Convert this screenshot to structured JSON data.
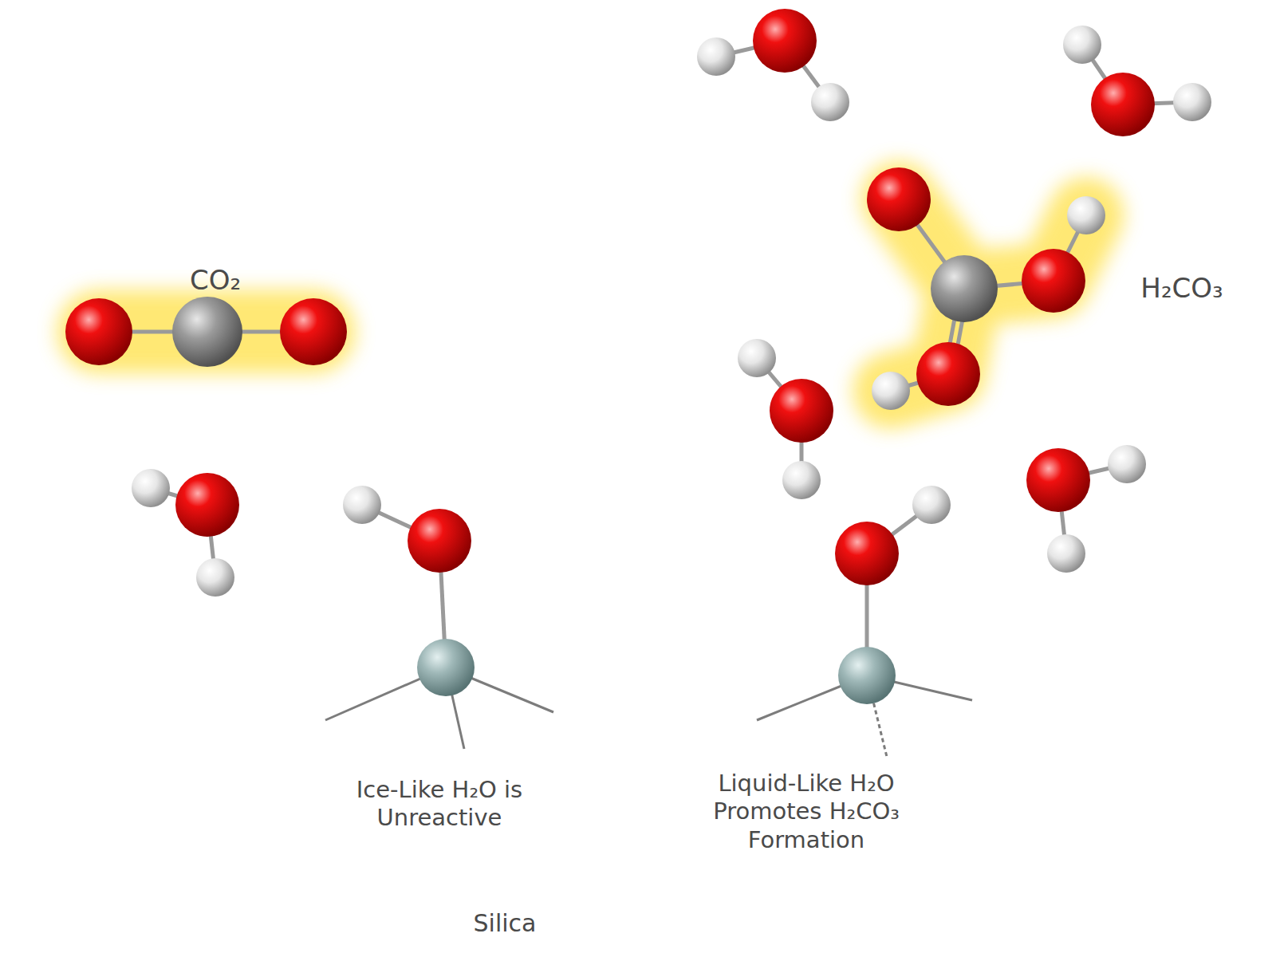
{
  "diagram": {
    "nodes": [
      {
        "text": [
          "Ice-Like H₂O is Unreactive",
          "Liquid-Like H₂O Promotes H₂CO₃ Formation",
          "Silica"
        ]
      }
    ],
    "labels": [
      "CO₂",
      "H₂CO₃"
    ]
  }
}
